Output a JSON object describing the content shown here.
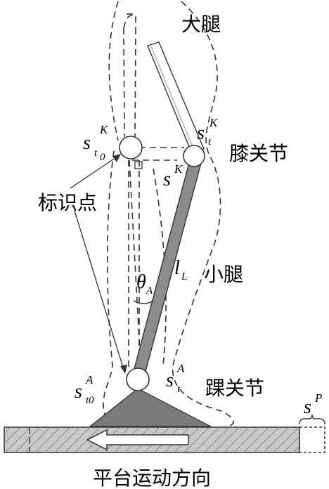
{
  "labels": {
    "thigh": "大腿",
    "knee_joint": "膝关节",
    "marker_point": "标识点",
    "shank": "小腿",
    "ankle_joint": "踝关节",
    "platform_direction": "平台运动方向"
  },
  "symbols": {
    "s_knee_t0": {
      "base": "s",
      "sub": "t",
      "sub_sub": "0",
      "sup": "K"
    },
    "s_knee_t": {
      "base": "s",
      "sub": "t",
      "sup": "K"
    },
    "s_knee": {
      "base": "s",
      "sup": "K"
    },
    "l_shank": {
      "base": "l",
      "sub": "L"
    },
    "theta_ankle": {
      "base": "θ",
      "sub": "A"
    },
    "s_ankle_t0": {
      "base": "s",
      "sub": "t0",
      "sup": "A"
    },
    "s_ankle_t": {
      "base": "s",
      "sub": "t",
      "sup": "A"
    },
    "s_platform": {
      "base": "s",
      "sup": "P"
    }
  },
  "colors": {
    "line": "#333333",
    "shank_fill": "#8c8c8c",
    "foot_fill": "#7a7a7a",
    "platform_fill": "#c8c8c8",
    "hatch": "#8a8a8a"
  }
}
